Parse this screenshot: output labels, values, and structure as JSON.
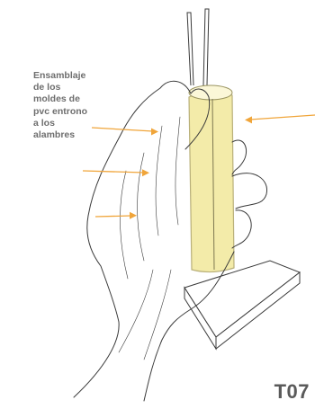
{
  "caption": "Ensamblaje\nde los\nmoldes de\npvc entrono\na los\nalambres",
  "sheet_code": "T07",
  "colors": {
    "arrow": "#f0a53a",
    "tube_fill": "#f3eba9",
    "tube_edge": "#b9b07a",
    "line_art": "#3a3a3a",
    "text": "#6e6e6e"
  },
  "icons": [
    "arrow-icon",
    "hand-illustration",
    "pvc-tube-illustration",
    "wire-illustration",
    "base-block-illustration"
  ]
}
